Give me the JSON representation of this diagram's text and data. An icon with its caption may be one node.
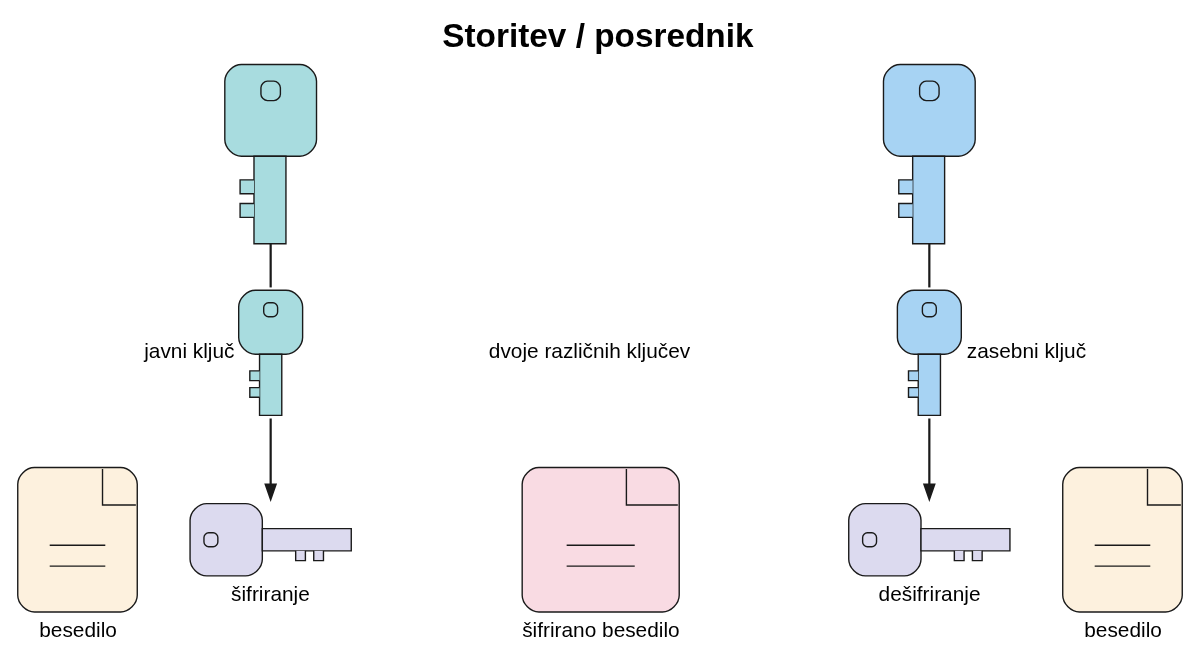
{
  "diagram": {
    "title": "Storitev / posrednik",
    "nodes": [
      {
        "text": [],
        "shape": "picture"
      },
      {
        "text": [],
        "shape": "picture"
      },
      {
        "text": [],
        "shape": "picture",
        "beside": [
          "javni ključ"
        ]
      },
      {
        "text": [],
        "shape": "picture",
        "beside": [
          "zasebni ključ"
        ]
      },
      {
        "text": [],
        "shape": "picture",
        "beside": [
          "besedilo"
        ]
      },
      {
        "text": [],
        "shape": "picture",
        "beside": [
          "šifriranje"
        ]
      },
      {
        "text": [],
        "shape": "picture",
        "beside": [
          "šifrirano besedilo"
        ]
      },
      {
        "text": [],
        "shape": "picture",
        "beside": [
          "dešifriranje"
        ]
      },
      {
        "text": [],
        "shape": "picture",
        "beside": [
          "besedilo"
        ]
      }
    ],
    "edges": [
      {
        "from": 0,
        "to": 2,
        "arrow": "none"
      },
      {
        "from": 1,
        "to": 3,
        "arrow": "none"
      },
      {
        "from": 2,
        "to": 5,
        "arrow": "to"
      },
      {
        "from": 3,
        "to": 7,
        "arrow": "to"
      }
    ],
    "labels": [
      "dvoje različnih ključev"
    ]
  }
}
